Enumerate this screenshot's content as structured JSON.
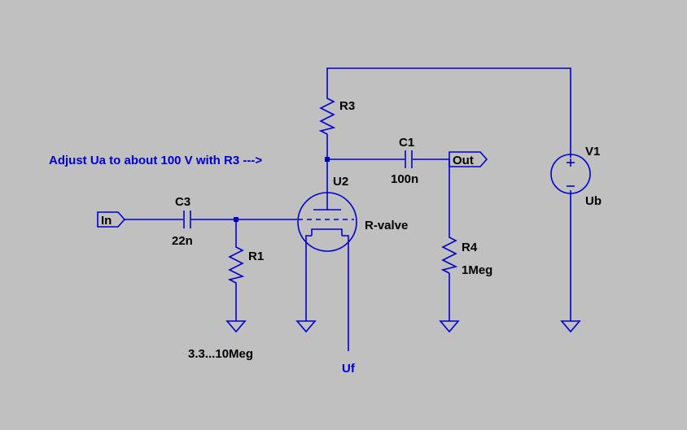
{
  "colors": {
    "background": "#c0c0c0",
    "wire": "#0000cc",
    "label": "#000000",
    "net_label": "#0000cc"
  },
  "annotation": "Adjust Ua to about 100 V with R3 --->",
  "components": {
    "r3": {
      "name": "R3"
    },
    "c1": {
      "name": "C1",
      "value": "100n"
    },
    "c3": {
      "name": "C3",
      "value": "22n"
    },
    "r1": {
      "name": "R1",
      "value": "3.3...10Meg"
    },
    "r4": {
      "name": "R4",
      "value": "1Meg"
    },
    "u2": {
      "name": "U2",
      "value": "R-valve"
    },
    "v1": {
      "name": "V1",
      "value": "Ub"
    }
  },
  "ports": {
    "in": "In",
    "out": "Out"
  },
  "nets": {
    "filament": "Uf"
  }
}
